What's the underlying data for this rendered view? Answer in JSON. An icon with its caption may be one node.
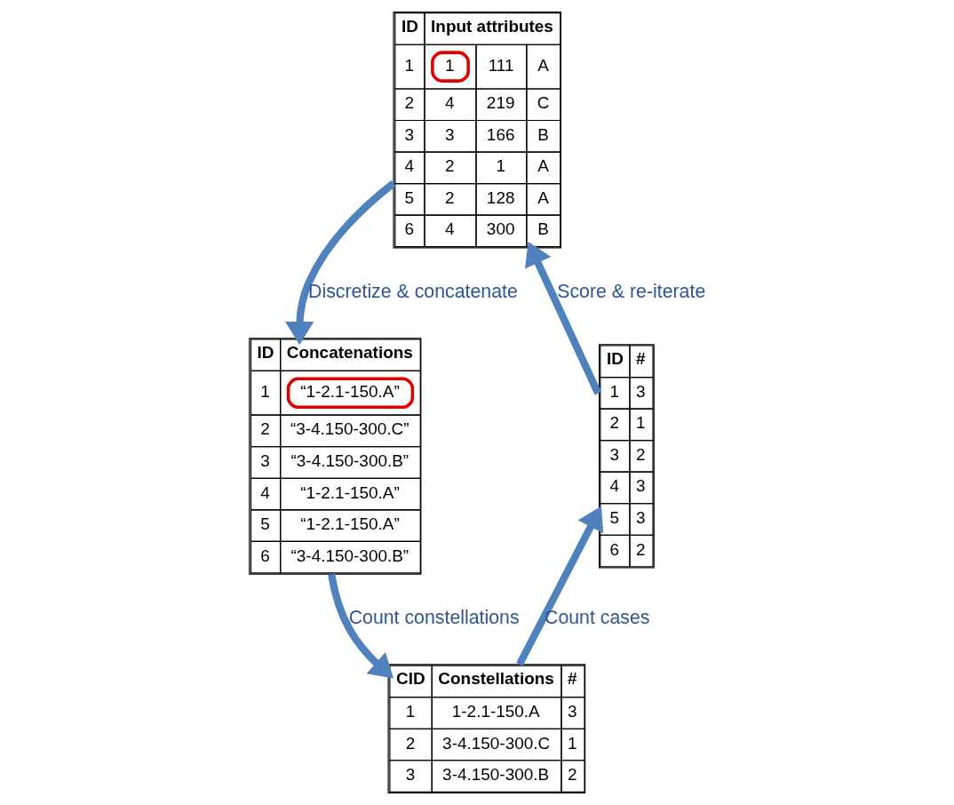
{
  "diagram": {
    "nodes": [
      {
        "text": [
          "ID",
          "Input attributes",
          "1",
          "1",
          "111",
          "A",
          "2",
          "4",
          "219",
          "C",
          "3",
          "3",
          "166",
          "B",
          "4",
          "2",
          "1",
          "A",
          "5",
          "2",
          "128",
          "A",
          "6",
          "4",
          "300",
          "B"
        ]
      },
      {
        "text": [
          "ID",
          "Concatenations",
          "1",
          "“1-2.1-150.A”",
          "2",
          "“3-4.150-300.C”",
          "3",
          "“3-4.150-300.B”",
          "4",
          "“1-2.1-150.A”",
          "5",
          "“1-2.1-150.A”",
          "6",
          "“3-4.150-300.B”"
        ]
      },
      {
        "text": [
          "CID",
          "Constellations",
          "#",
          "1",
          "1-2.1-150.A",
          "3",
          "2",
          "3-4.150-300.C",
          "1",
          "3",
          "3-4.150-300.B",
          "2"
        ]
      },
      {
        "text": [
          "ID",
          "#",
          "1",
          "3",
          "2",
          "1",
          "3",
          "2",
          "4",
          "3",
          "5",
          "3",
          "6",
          "2"
        ]
      }
    ],
    "edges": [
      {
        "from": 0,
        "to": 1,
        "arrow": "to",
        "label": "Discretize & concatenate"
      },
      {
        "from": 1,
        "to": 2,
        "arrow": "to",
        "label": "Count constellations"
      },
      {
        "from": 2,
        "to": 3,
        "arrow": "to",
        "label": "Count cases"
      },
      {
        "from": 3,
        "to": 0,
        "arrow": "to",
        "label": "Score & re-iterate"
      }
    ]
  }
}
